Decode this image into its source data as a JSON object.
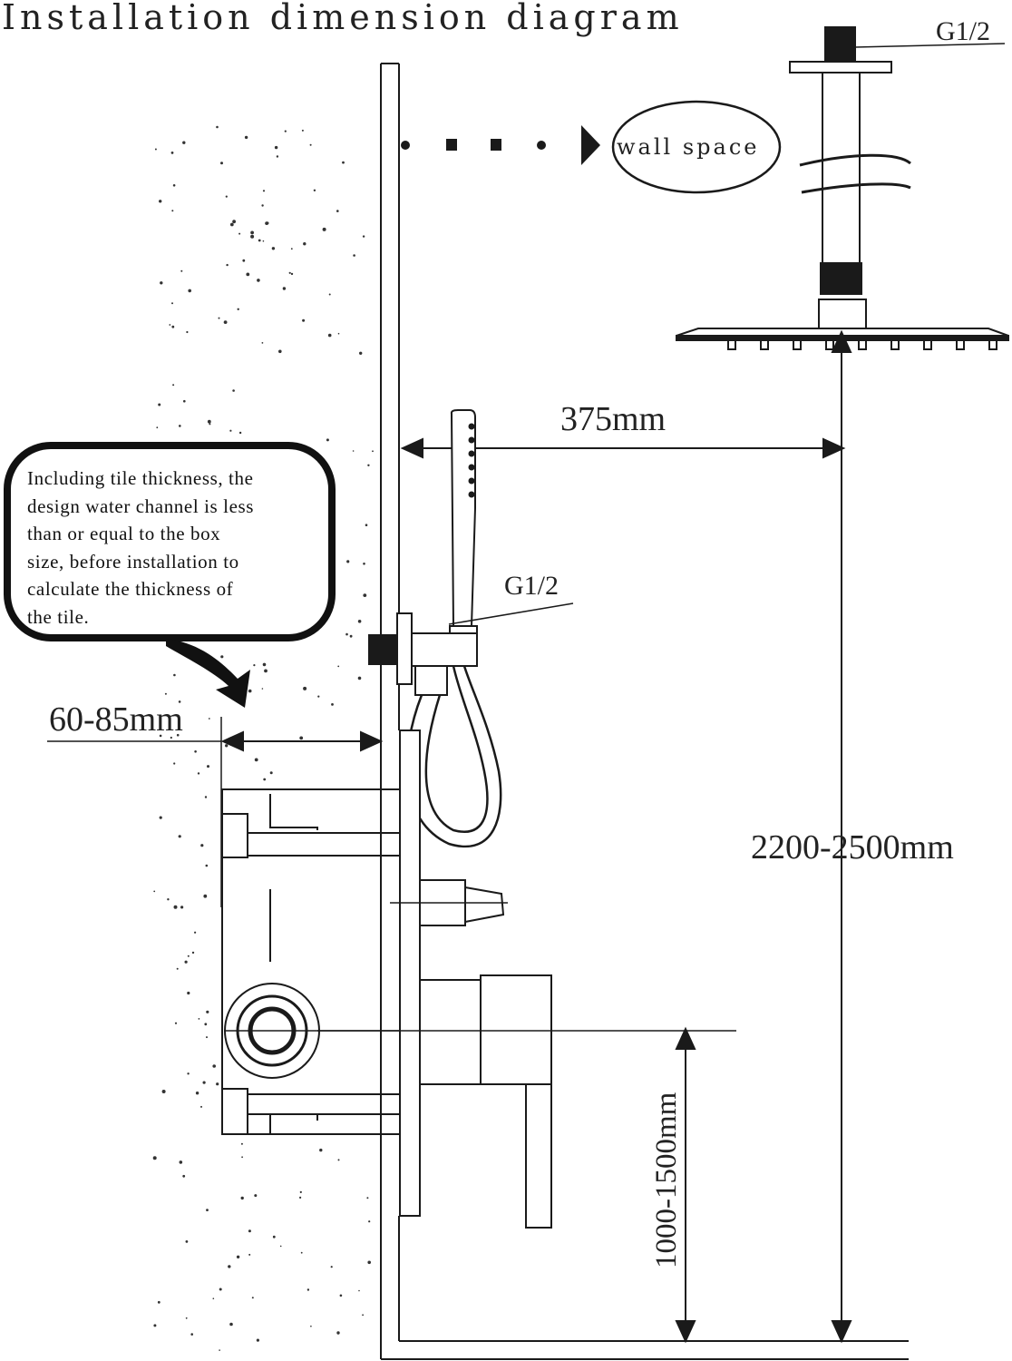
{
  "diagram": {
    "title": "Installation dimension diagram",
    "labels": {
      "thread_top": "G1/2",
      "thread_side": "G1/2",
      "wall_space": "wall space",
      "dim_horizontal": "375mm",
      "dim_depth": "60-85mm",
      "dim_head_height": "2200-2500mm",
      "dim_valve_height": "1000-1500mm"
    },
    "callout_lines": [
      "Including tile thickness, the",
      "design water channel is less",
      "than or equal to the box",
      "size, before installation to",
      "calculate the thickness of",
      " the tile."
    ],
    "colors": {
      "ink": "#1a1a1a",
      "background": "#ffffff"
    }
  }
}
